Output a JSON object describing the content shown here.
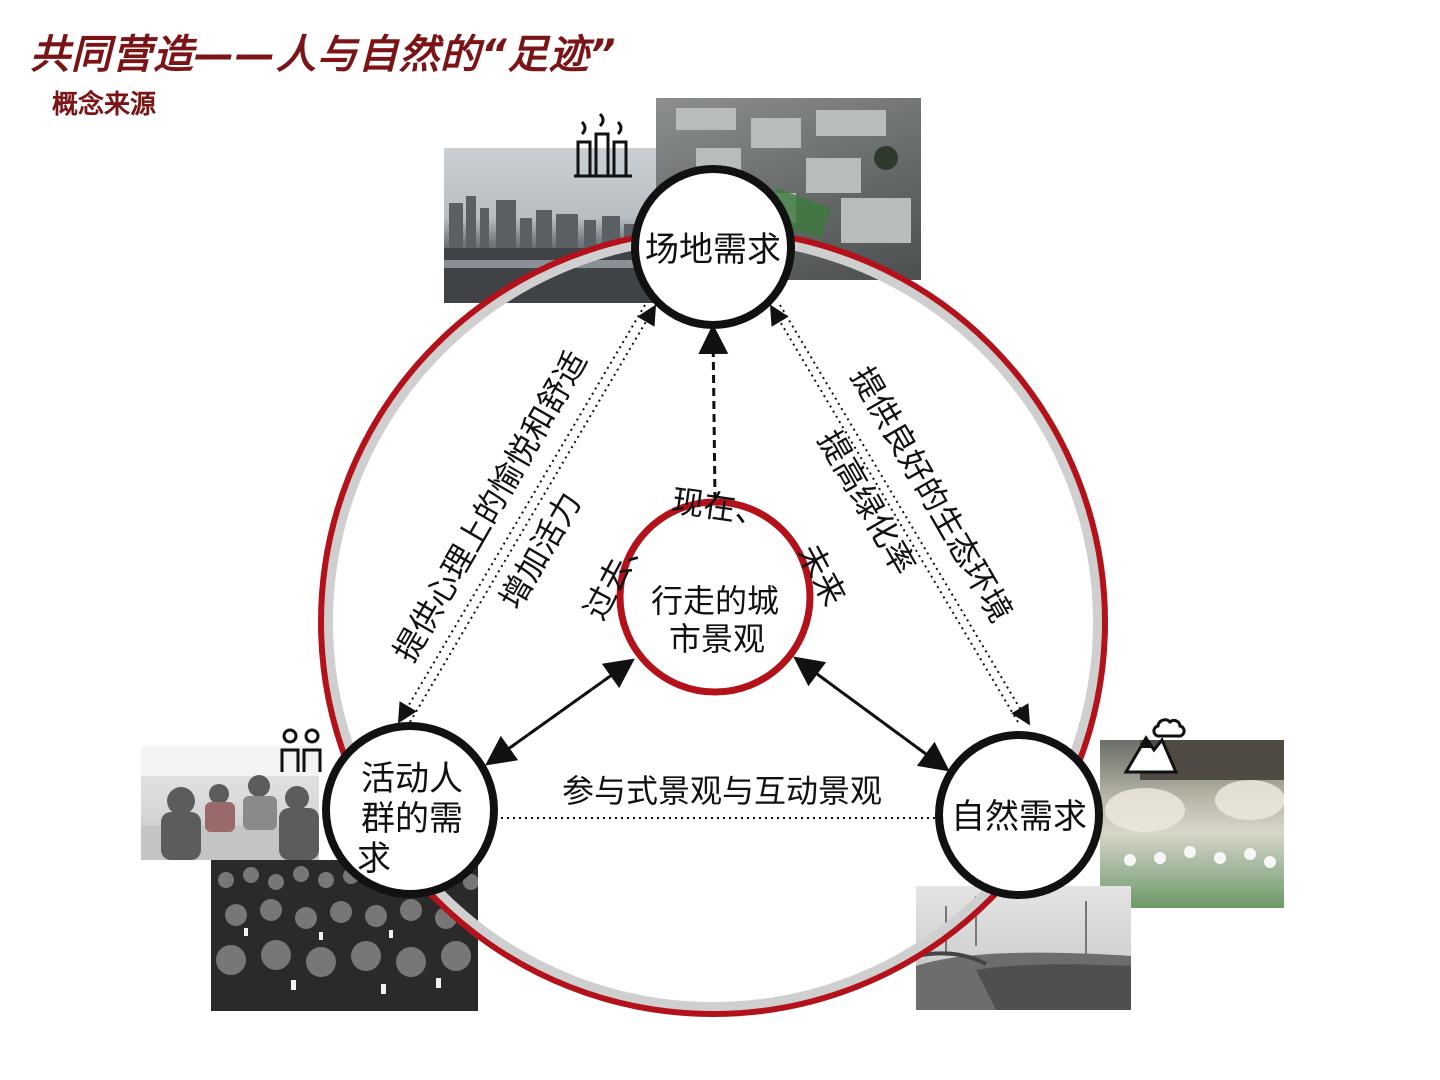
{
  "header": {
    "title": "共同营造——人与自然的“足迹”",
    "subtitle": "概念来源"
  },
  "colors": {
    "accent": "#b3121a",
    "title": "#7a1416",
    "ring_gray": "#cfcfcf"
  },
  "center": {
    "line1": "行走的城",
    "line2": "市景观",
    "arc_words": [
      "过去、",
      "现在、",
      "未来"
    ]
  },
  "nodes": {
    "site": "场地需求",
    "people": [
      "活动人",
      "群的需",
      "求"
    ],
    "nature": "自然需求"
  },
  "edges": {
    "left_outer": "提供心理上的愉悦和舒适",
    "left_inner": "增加活力",
    "right_outer": "提供良好的生态环境",
    "right_inner": "提高绿化率",
    "bottom": "参与式景观与互动景观"
  },
  "icons": [
    "factory-icon",
    "people-icon",
    "mountain-icon"
  ]
}
